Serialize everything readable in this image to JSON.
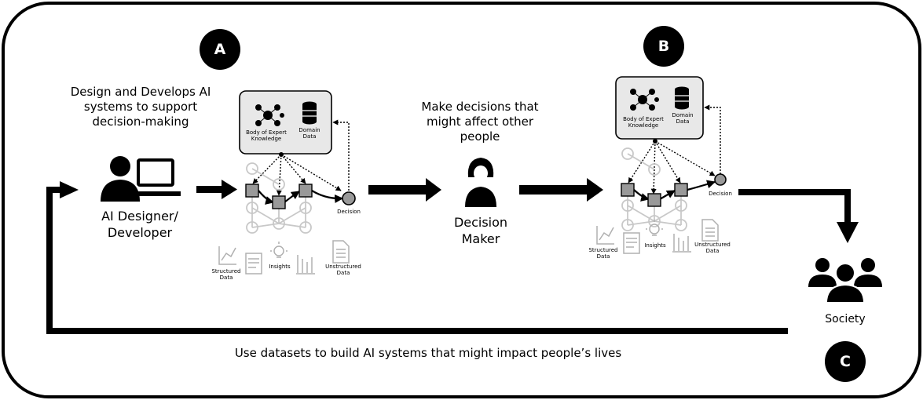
{
  "markers": {
    "a": "A",
    "b": "B",
    "c": "C"
  },
  "designer": {
    "caption": "Design and Develops AI systems to support decision-making",
    "role_line1": "AI Designer/",
    "role_line2": "Developer"
  },
  "decision_maker": {
    "caption": "Make decisions that might affect other people",
    "role_line1": "Decision",
    "role_line2": "Maker"
  },
  "society": {
    "label": "Society"
  },
  "ai_system": {
    "knowledge_label": "Body of Expert Knowledge",
    "domain_label": "Domain Data",
    "decision_label": "Decision",
    "structured_label": "Structured Data",
    "insights_label": "Insights",
    "unstructured_label": "Unstructured Data"
  },
  "feedback": {
    "caption": "Use datasets to build AI systems that might impact people’s lives"
  }
}
